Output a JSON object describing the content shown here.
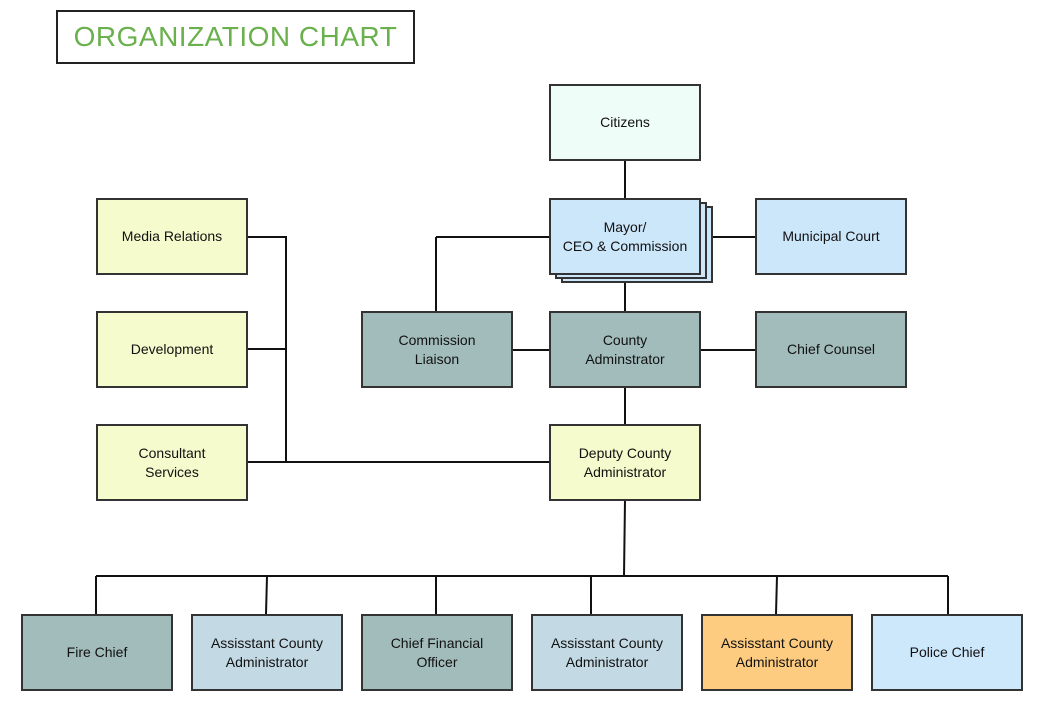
{
  "title": "ORGANIZATION CHART",
  "colors": {
    "title_text": "#6ab04c",
    "citizens": "#effdf8",
    "leadership": "#cce6fa",
    "staff": "#a2bcbb",
    "support": "#f5fbcc",
    "assistant": "#c3d9e4",
    "assistant_highlight": "#fdcc80",
    "police": "#cde7fb",
    "line": "#111111"
  },
  "nodes": {
    "citizens": "Citizens",
    "mayor": "Mayor/\nCEO & Commission",
    "municipal_court": "Municipal Court",
    "media_relations": "Media Relations",
    "development": "Development",
    "consultant_services": "Consultant\nServices",
    "commission_liaison": "Commission\nLiaison",
    "county_administrator": "County\nAdminstrator",
    "chief_counsel": "Chief Counsel",
    "deputy_county_administrator": "Deputy County\nAdministrator",
    "fire_chief": "Fire Chief",
    "assistant_county_administrator_1": "Assisstant County\nAdministrator",
    "chief_financial_officer": "Chief Financial\nOfficer",
    "assistant_county_administrator_2": "Assisstant County\nAdministrator",
    "assistant_county_administrator_3": "Assisstant County\nAdministrator",
    "police_chief": "Police Chief"
  }
}
